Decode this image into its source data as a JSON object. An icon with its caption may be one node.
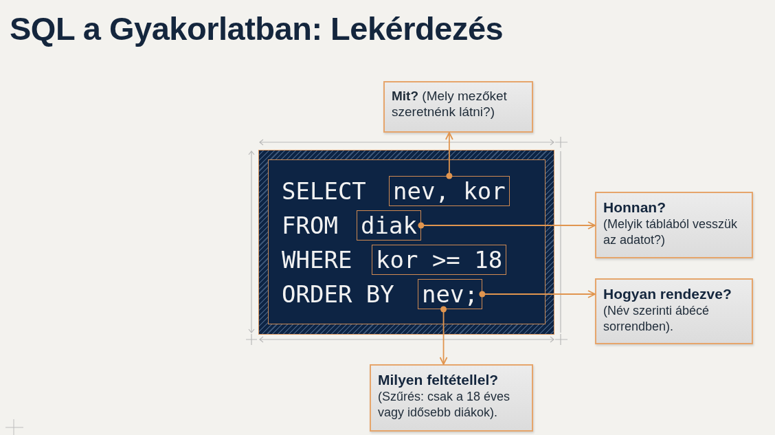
{
  "diagram": {
    "title": "SQL a Gyakorlatban: Lekérdezés",
    "nodes": [
      {
        "text": [
          "SELECT",
          "FROM",
          "WHERE",
          "ORDER BY"
        ]
      },
      {
        "text": [
          "nev, kor"
        ],
        "in": 0
      },
      {
        "text": [
          "diak"
        ],
        "in": 0
      },
      {
        "text": [
          "kor >= 18"
        ],
        "in": 0
      },
      {
        "text": [
          "nev;"
        ],
        "in": 0
      },
      {
        "text": [
          "**Mit?** (Mely mezőket szeretnénk látni?)"
        ]
      },
      {
        "text": [
          "Honnan?",
          "(Melyik táblából vesszük az adatot?)"
        ]
      },
      {
        "text": [
          "Hogyan rendezve?",
          "(Név szerinti ábécé sorrendben)."
        ]
      },
      {
        "text": [
          "Milyen feltétellel?",
          "(Szűrés: csak a 18 éves vagy idősebb diákok)."
        ]
      }
    ],
    "edges": [
      {
        "from": 1,
        "to": 5,
        "arrow": "to"
      },
      {
        "from": 2,
        "to": 6,
        "arrow": "to"
      },
      {
        "from": 4,
        "to": 7,
        "arrow": "to"
      },
      {
        "from": 4,
        "to": 8,
        "arrow": "to"
      }
    ]
  }
}
